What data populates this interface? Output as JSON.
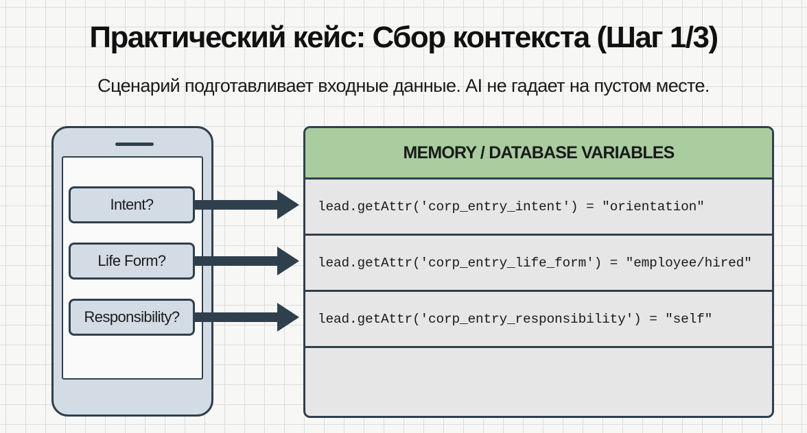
{
  "title": "Практический кейс: Сбор контекста (Шаг 1/3)",
  "subtitle": "Сценарий подготавливает входные данные. AI не гадает на пустом месте.",
  "phone": {
    "questions": [
      {
        "label": "Intent?"
      },
      {
        "label": "Life Form?"
      },
      {
        "label": "Responsibility?"
      }
    ]
  },
  "memory": {
    "header": "MEMORY / DATABASE VARIABLES",
    "rows": [
      {
        "code": "lead.getAttr('corp_entry_intent') = \"orientation\""
      },
      {
        "code": "lead.getAttr('corp_entry_life_form') = \"employee/hired\""
      },
      {
        "code": "lead.getAttr('corp_entry_responsibility') = \"self\""
      },
      {
        "code": ""
      }
    ]
  },
  "colors": {
    "outline": "#2f3f4c",
    "phone_fill": "#d3dce5",
    "header_fill": "#a9cd9f",
    "panel_fill": "#e6e6e6",
    "grid_line": "#dcdcdc"
  }
}
